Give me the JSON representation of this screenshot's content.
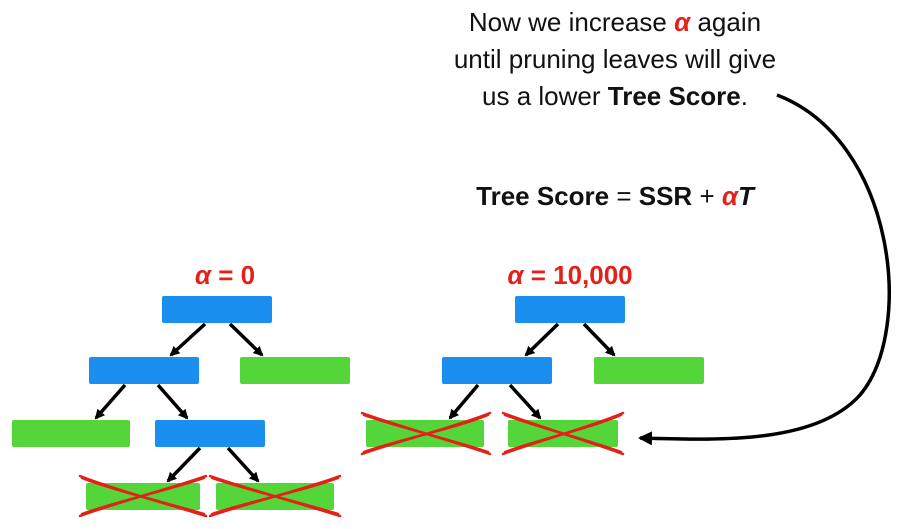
{
  "caption": {
    "line1_pre": "Now we increase ",
    "line1_alpha": "α",
    "line1_post": " again",
    "line2": "until pruning leaves will give",
    "line3_pre": "us a lower ",
    "line3_bold": "Tree Score",
    "line3_post": "."
  },
  "formula": {
    "lhs": "Tree Score",
    "equals": " = ",
    "ssr": "SSR",
    "plus": " + ",
    "alpha": "α",
    "t": "T"
  },
  "left_tree": {
    "alpha_symbol": "α",
    "alpha_value": " = 0"
  },
  "right_tree": {
    "alpha_symbol": "α",
    "alpha_value": " = 10,000"
  },
  "colors": {
    "internal_node": "#1a8ff0",
    "leaf": "#54d63a",
    "alpha": "#e32118",
    "cross": "#e32118",
    "arrow": "#000000"
  }
}
